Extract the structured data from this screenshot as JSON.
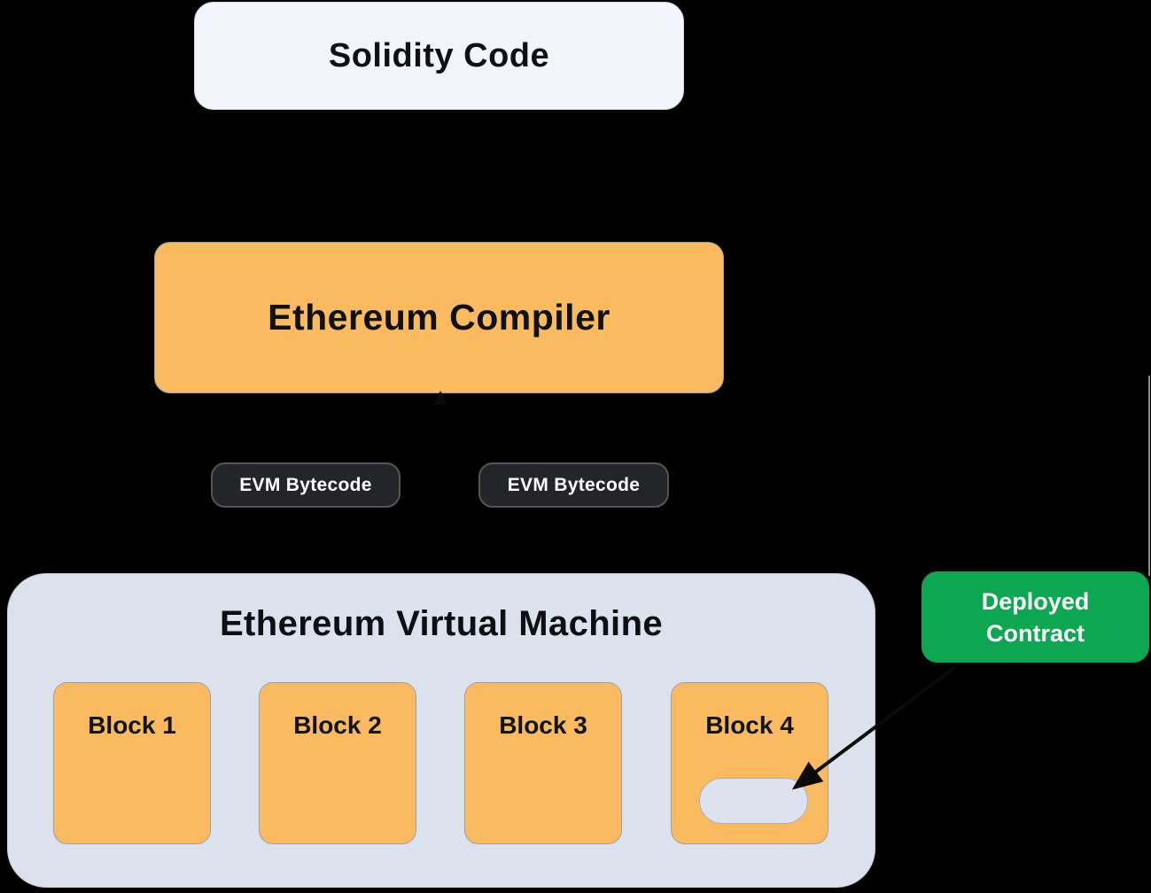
{
  "diagram": {
    "solidity_box": {
      "label": "Solidity Code"
    },
    "compiler_box": {
      "label": "Ethereum Compiler"
    },
    "bytecode_badges": [
      {
        "label": "EVM Bytecode"
      },
      {
        "label": "EVM Bytecode"
      }
    ],
    "evm_container": {
      "title": "Ethereum Virtual Machine",
      "blocks": [
        {
          "label": "Block 1"
        },
        {
          "label": "Block 2"
        },
        {
          "label": "Block 3"
        },
        {
          "label": "Block 4"
        }
      ]
    },
    "deployed_box": {
      "label": "Deployed Contract"
    },
    "colors": {
      "background": "#000000",
      "solidity_fill": "#F2F6FC",
      "orange_fill": "#FABB60",
      "evm_fill": "#DBE2ED",
      "pill_fill": "#DDE3EE",
      "badge_fill": "#232529",
      "badge_border": "#54565C",
      "green_fill": "#0CA750",
      "arrow": "#0A0A0A",
      "text_dark": "#101114",
      "text_light": "#FFFFFF"
    }
  }
}
